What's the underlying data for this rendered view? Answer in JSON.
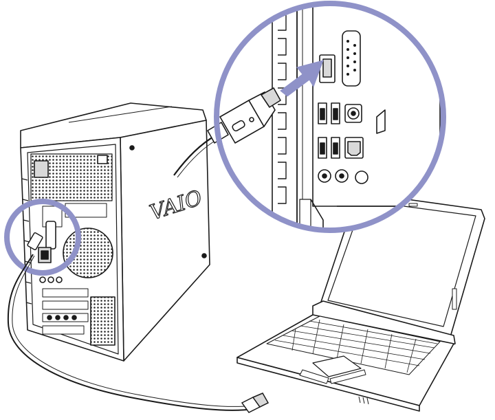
{
  "illustration": {
    "brand_logo_text": "VAIO",
    "colors": {
      "line": "#1a1a1a",
      "fill": "#ffffff",
      "panel_gray": "#d9d9d9",
      "vent_dots": "#2a2a2a",
      "highlight_circle": "#8f92c8",
      "zoom_fill": "#ffffff",
      "arrow": "#8f92c8"
    },
    "icons": [
      "desktop-tower",
      "laptop",
      "usb-cable",
      "i-link-connector",
      "zoom-magnifier",
      "insert-arrow"
    ]
  }
}
